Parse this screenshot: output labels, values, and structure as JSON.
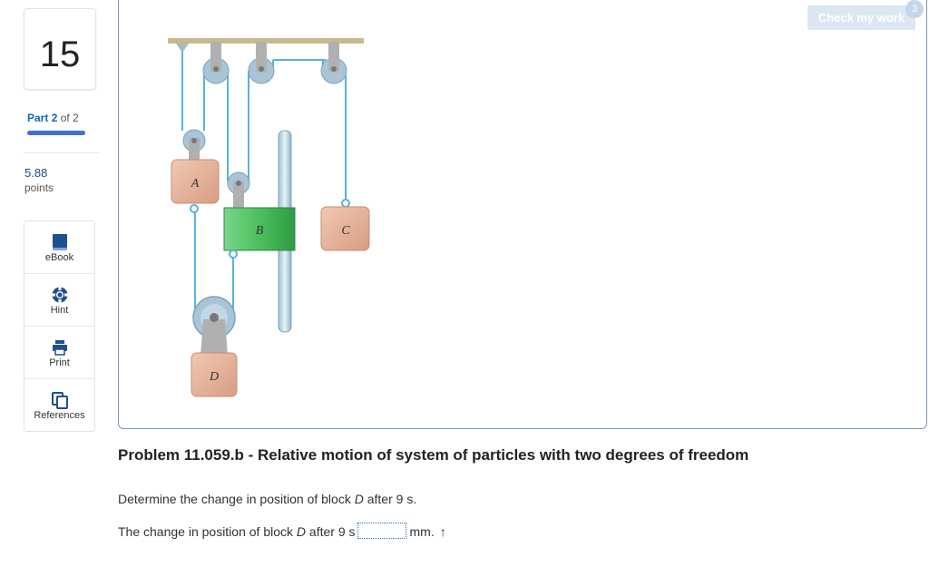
{
  "question": {
    "number": "15"
  },
  "part": {
    "label": "Part",
    "current": "2",
    "of_text": "of 2"
  },
  "points": {
    "value": "5.88",
    "label": "points"
  },
  "tools": [
    {
      "label": "eBook",
      "icon": "book-icon"
    },
    {
      "label": "Hint",
      "icon": "lifebuoy-icon"
    },
    {
      "label": "Print",
      "icon": "printer-icon"
    },
    {
      "label": "References",
      "icon": "copy-icon"
    }
  ],
  "check": {
    "label": "Check my work",
    "badge": "3"
  },
  "figure": {
    "block_labels": {
      "a": "A",
      "b": "B",
      "c": "C",
      "d": "D"
    },
    "colors": {
      "rope": "#5ab0dc",
      "block_tan": "#e8b8a0",
      "block_green": "#4cbf5e",
      "pulley": "#a9c4d6",
      "support": "#b0b0b0"
    }
  },
  "problem": {
    "title": "Problem 11.059.b - Relative motion of system of particles with two degrees of freedom",
    "q1_prefix": "Determine the change in position of block ",
    "q1_var": "D",
    "q1_suffix": " after 9 s.",
    "q2_prefix": "The change in position of block ",
    "q2_var": "D",
    "q2_suffix": " after 9 s",
    "answer_value": "",
    "unit": "mm.",
    "direction": "↑"
  }
}
